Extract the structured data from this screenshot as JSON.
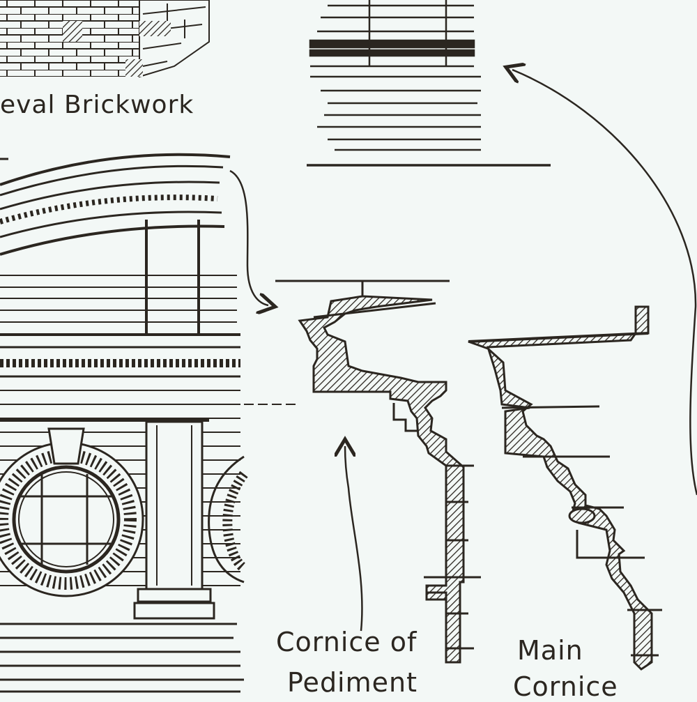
{
  "labels": {
    "brickwork": "eval Brickwork",
    "pediment_line1": "Cornice of",
    "pediment_line2": "Pediment",
    "main_line1": "Main",
    "main_line2": "Cornice"
  },
  "colors": {
    "paper": "#f3f8f6",
    "ink": "#2b2620"
  }
}
